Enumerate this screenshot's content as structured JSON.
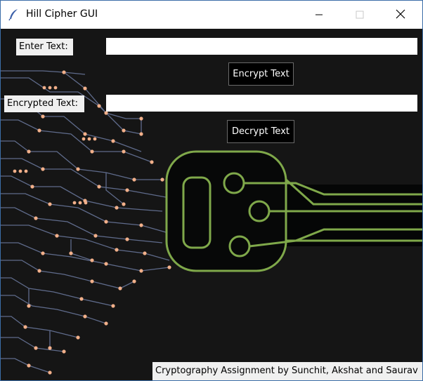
{
  "window": {
    "title": "Hill Cipher GUI",
    "icons": {
      "app": "feather-icon",
      "minimize": "minimize-icon",
      "maximize": "maximize-icon",
      "close": "close-icon"
    }
  },
  "form": {
    "enter_label": "Enter Text:",
    "enter_value": "",
    "encrypt_button": "Encrypt Text",
    "encrypted_label": "Encrypted Text:",
    "encrypted_value": "",
    "decrypt_button": "Decrypt Text"
  },
  "footer": {
    "credit": "Cryptography Assignment by Sunchit, Akshat and Saurav"
  },
  "colors": {
    "background": "#141414",
    "circuit_trace": "#6c7aa0",
    "circuit_node": "#f2b08a",
    "key_outline": "#7fa84a"
  }
}
